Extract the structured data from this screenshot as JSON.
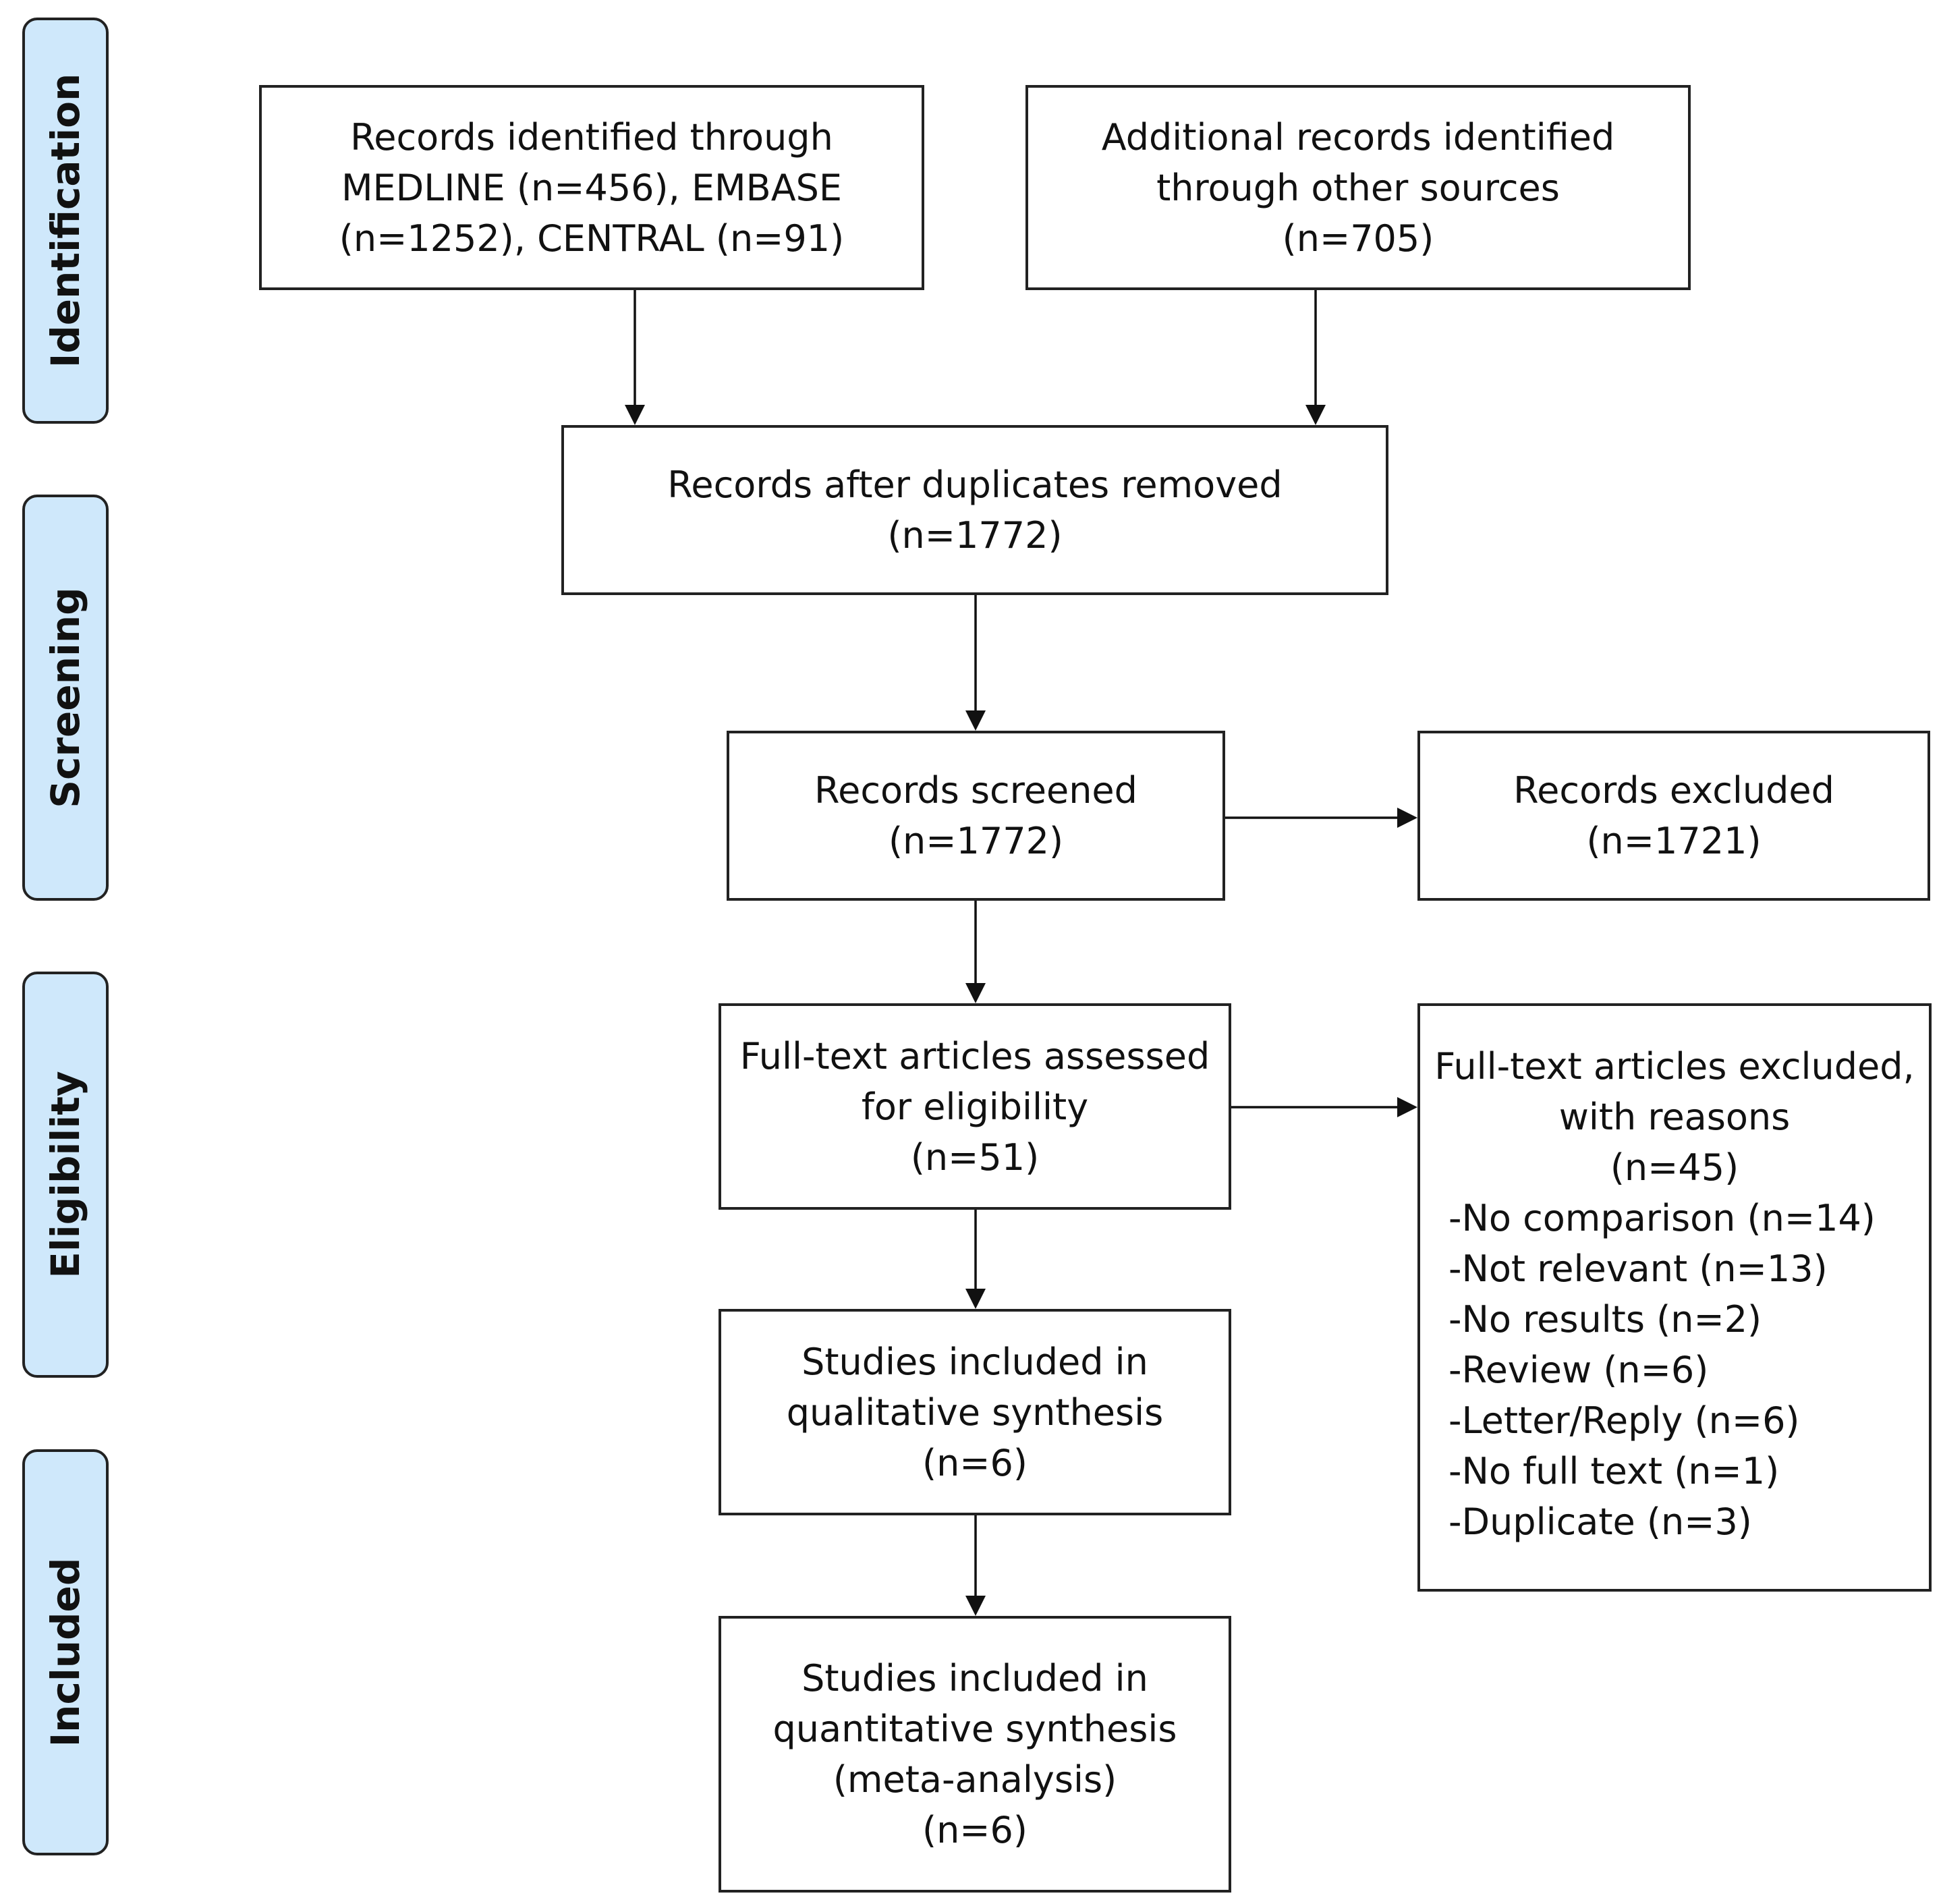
{
  "phases": {
    "identification": "Identification",
    "screening": "Screening",
    "eligibility": "Eligibility",
    "included": "Included"
  },
  "boxes": {
    "db_records": [
      "Records identified through",
      "MEDLINE (n=456), EMBASE",
      "(n=1252), CENTRAL (n=91)"
    ],
    "other_records": [
      "Additional records identified",
      "through other sources",
      "(n=705)"
    ],
    "after_duplicates": [
      "Records after duplicates removed",
      "(n=1772)"
    ],
    "screened": [
      "Records screened",
      "(n=1772)"
    ],
    "excluded": [
      "Records excluded",
      "(n=1721)"
    ],
    "fulltext_assessed": [
      "Full-text articles assessed",
      "for eligibility",
      "(n=51)"
    ],
    "fulltext_excluded": {
      "header": [
        "Full-text articles excluded,",
        "with reasons",
        "(n=45)"
      ],
      "reasons": [
        "-No comparison (n=14)",
        "-Not relevant (n=13)",
        "-No results (n=2)",
        "-Review (n=6)",
        "-Letter/Reply (n=6)",
        "-No full text (n=1)",
        "-Duplicate (n=3)"
      ]
    },
    "qualitative": [
      "Studies included in",
      "qualitative synthesis",
      "(n=6)"
    ],
    "quantitative": [
      "Studies included in",
      "quantitative synthesis",
      "(meta-analysis)",
      "(n=6)"
    ]
  }
}
